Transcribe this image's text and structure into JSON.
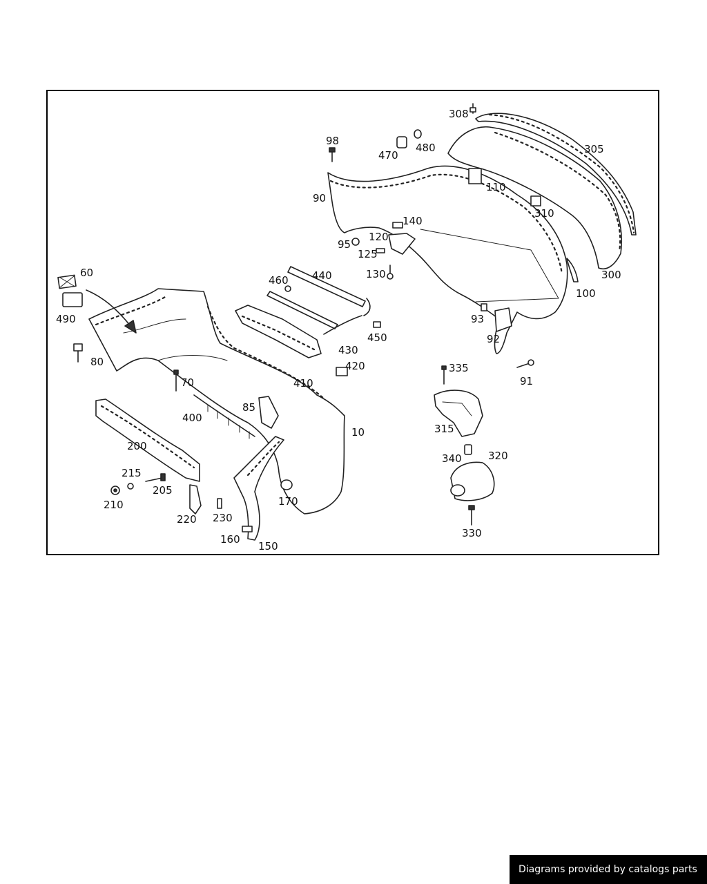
{
  "credit": "Diagrams provided by catalogs parts",
  "callouts": {
    "p10": "10",
    "p60": "60",
    "p70": "70",
    "p80": "80",
    "p85": "85",
    "p90": "90",
    "p91": "91",
    "p92": "92",
    "p93": "93",
    "p95": "95",
    "p98": "98",
    "p100": "100",
    "p110": "110",
    "p120": "120",
    "p125": "125",
    "p130": "130",
    "p140": "140",
    "p150": "150",
    "p160": "160",
    "p170": "170",
    "p200": "200",
    "p205": "205",
    "p210": "210",
    "p215": "215",
    "p220": "220",
    "p230": "230",
    "p300": "300",
    "p305": "305",
    "p308": "308",
    "p310": "310",
    "p315": "315",
    "p320": "320",
    "p330": "330",
    "p335": "335",
    "p340": "340",
    "p400": "400",
    "p410": "410",
    "p420": "420",
    "p430": "430",
    "p440": "440",
    "p450": "450",
    "p460": "460",
    "p470": "470",
    "p480": "480",
    "p490": "490"
  }
}
